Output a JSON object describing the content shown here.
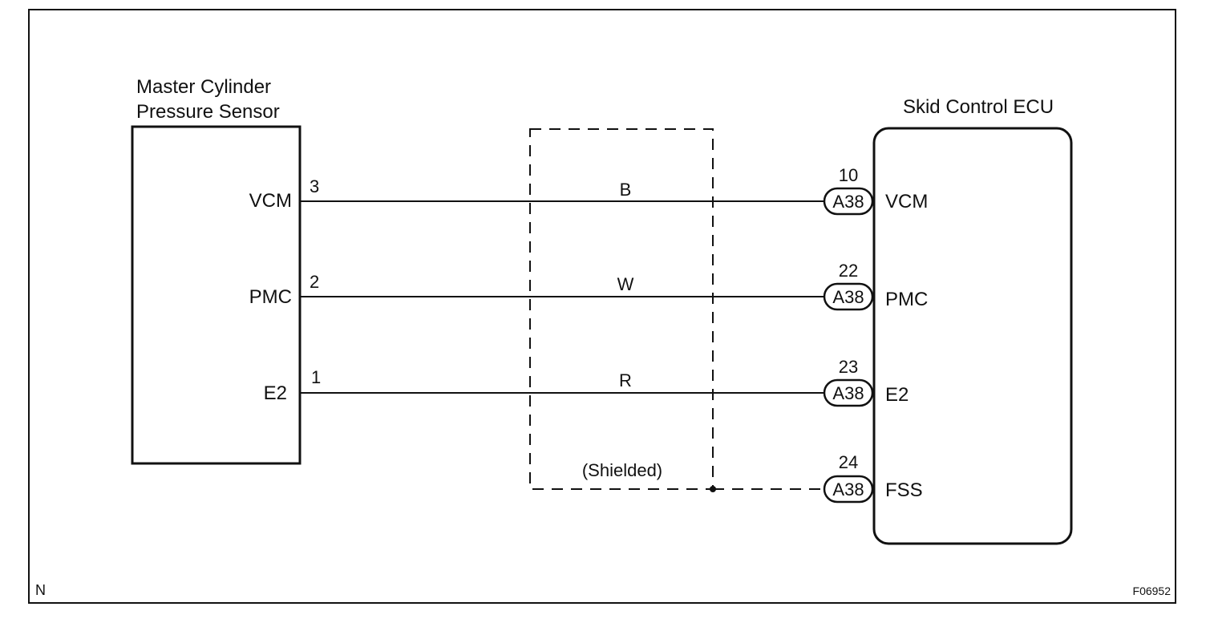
{
  "sensor": {
    "title_line1": "Master Cylinder",
    "title_line2": "Pressure Sensor",
    "pins": [
      {
        "name": "VCM",
        "number": "3"
      },
      {
        "name": "PMC",
        "number": "2"
      },
      {
        "name": "E2",
        "number": "1"
      }
    ]
  },
  "ecu": {
    "title": "Skid Control ECU",
    "terminals": [
      {
        "number": "10",
        "connector": "A38",
        "name": "VCM"
      },
      {
        "number": "22",
        "connector": "A38",
        "name": "PMC"
      },
      {
        "number": "23",
        "connector": "A38",
        "name": "E2"
      },
      {
        "number": "24",
        "connector": "A38",
        "name": "FSS"
      }
    ]
  },
  "wires": [
    {
      "color_code": "B"
    },
    {
      "color_code": "W"
    },
    {
      "color_code": "R"
    }
  ],
  "shield": {
    "label": "(Shielded)"
  },
  "footer": {
    "left_code": "N",
    "figure_id": "F06952"
  }
}
